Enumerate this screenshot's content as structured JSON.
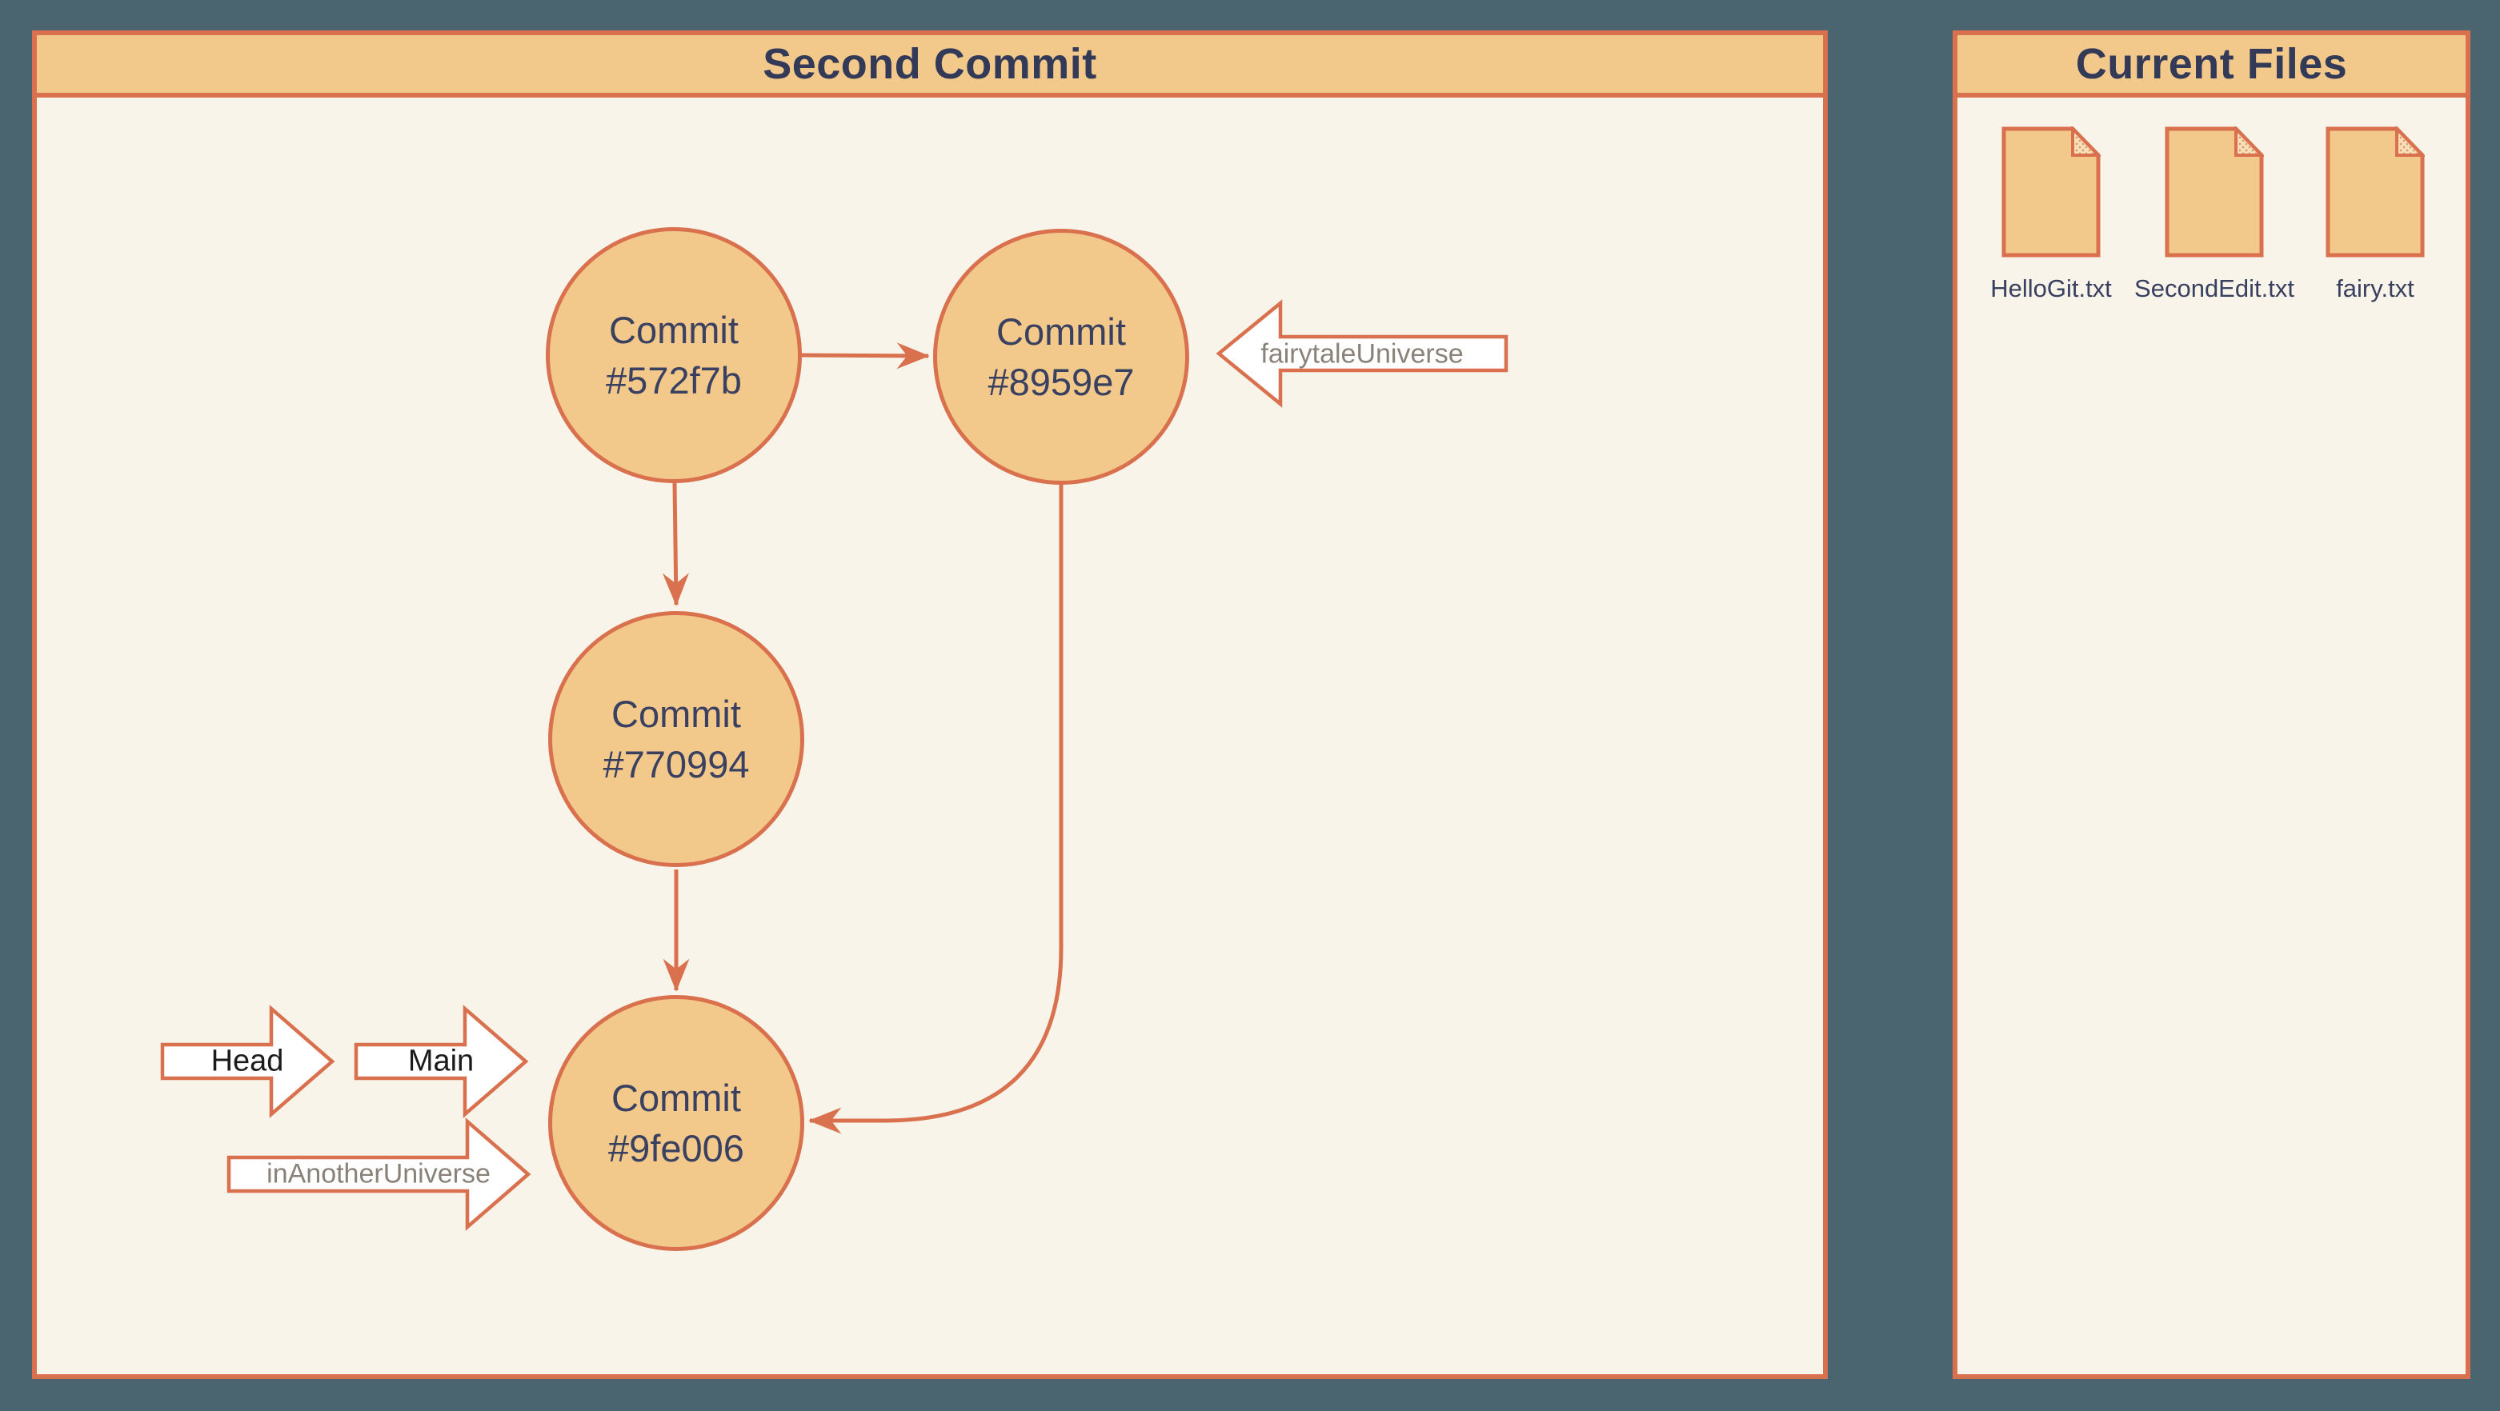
{
  "colors": {
    "background": "#4b6570",
    "panel_background": "#f8f4e9",
    "header_and_node_fill": "#f2c98b",
    "accent_border": "#d9714f",
    "navy_text": "#394060",
    "title_text": "#333a58",
    "black_label_text": "#1b1b1b",
    "gray_label_text": "#8a8279"
  },
  "left_panel": {
    "title": "Second Commit",
    "commits": [
      {
        "line1": "Commit",
        "line2": "#572f7b"
      },
      {
        "line1": "Commit",
        "line2": "#8959e7"
      },
      {
        "line1": "Commit",
        "line2": "#770994"
      },
      {
        "line1": "Commit",
        "line2": "#9fe006"
      }
    ],
    "branches": [
      {
        "text": "fairytaleUniverse",
        "direction": "left",
        "style": "gray",
        "points_to": "#8959e7"
      },
      {
        "text": "Head",
        "direction": "right",
        "style": "black",
        "points_to": "Main"
      },
      {
        "text": "Main",
        "direction": "right",
        "style": "black",
        "points_to": "#9fe006"
      },
      {
        "text": "inAnotherUniverse",
        "direction": "right",
        "style": "gray",
        "points_to": "#9fe006"
      }
    ],
    "edges": [
      {
        "from": "#572f7b",
        "to": "#8959e7",
        "shape": "horizontal-arrow"
      },
      {
        "from": "#572f7b",
        "to": "#770994",
        "shape": "vertical-arrow"
      },
      {
        "from": "#770994",
        "to": "#9fe006",
        "shape": "vertical-arrow"
      },
      {
        "from": "#8959e7",
        "to": "#9fe006",
        "shape": "curved-arrow"
      }
    ]
  },
  "right_panel": {
    "title": "Current Files",
    "files": [
      {
        "name": "HelloGit.txt",
        "icon": "document-icon"
      },
      {
        "name": "SecondEdit.txt",
        "icon": "document-icon"
      },
      {
        "name": "fairy.txt",
        "icon": "document-icon"
      }
    ]
  }
}
